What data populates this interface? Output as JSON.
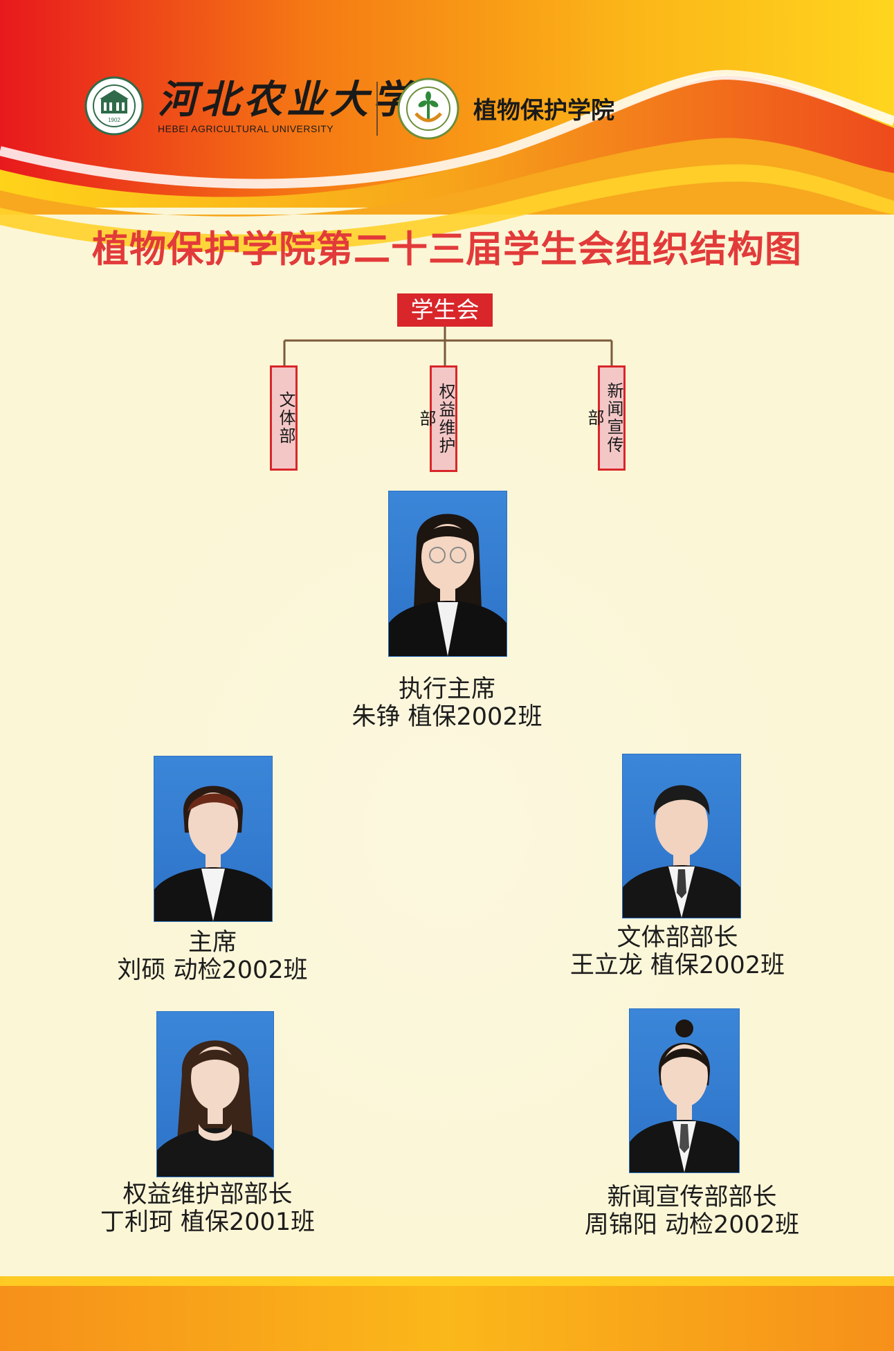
{
  "header": {
    "university_name_cn": "河北农业大学",
    "university_name_en": "HEBEI AGRICULTURAL UNIVERSITY",
    "college_name": "植物保护学院",
    "university_seal_year": "1902"
  },
  "title": "植物保护学院第二十三届学生会组织结构图",
  "org_chart": {
    "root": "学生会",
    "departments": [
      {
        "name": "文体部"
      },
      {
        "name": "权益维护部"
      },
      {
        "name": "新闻宣传部"
      }
    ]
  },
  "members": [
    {
      "role": "执行主席",
      "person": "朱铮 植保2002班",
      "photo": "portrait-photo",
      "hair": "long"
    },
    {
      "role": "主席",
      "person": "刘硕 动检2002班",
      "photo": "portrait-photo",
      "hair": "short"
    },
    {
      "role": "文体部部长",
      "person": "王立龙 植保2002班",
      "photo": "portrait-photo",
      "hair": "male"
    },
    {
      "role": "权益维护部部长",
      "person": "丁利珂 植保2001班",
      "photo": "portrait-photo",
      "hair": "long"
    },
    {
      "role": "新闻宣传部部长",
      "person": "周锦阳 动检2002班",
      "photo": "portrait-photo",
      "hair": "bun"
    }
  ],
  "colors": {
    "background": "#fbf6d6",
    "accent_red": "#d8262a",
    "title_red": "#e23a3a",
    "banner_orange": "#f39a12",
    "banner_yellow": "#ffd21a",
    "photo_blue": "#2d73c9"
  }
}
